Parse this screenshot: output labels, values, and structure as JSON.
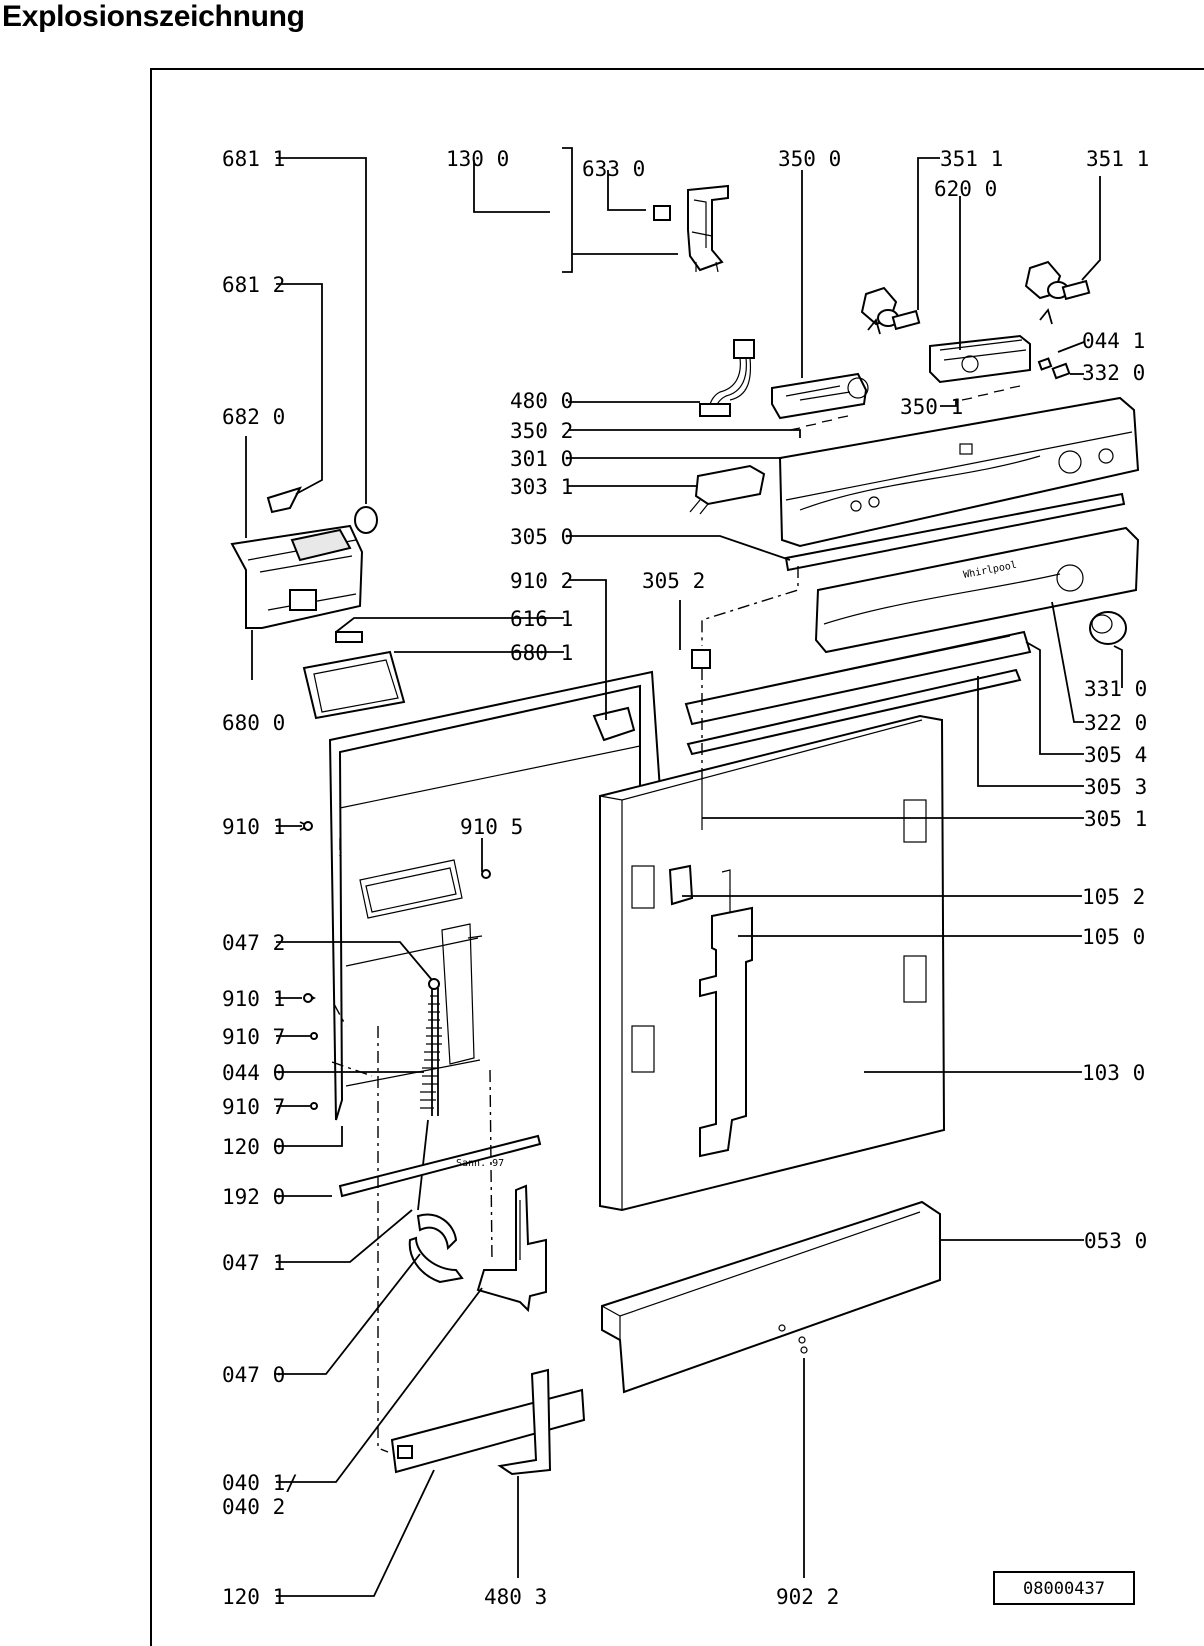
{
  "title": "Explosionszeichnung",
  "drawing_number": "08000437",
  "panel_brand_text": "Whirlpool",
  "stamp_text": "Sann. 97",
  "labels": {
    "l6811": "681 1",
    "l1300": "130 0",
    "l6330": "633 0",
    "l3500": "350 0",
    "l3511a": "351 1",
    "l6200": "620 0",
    "l3511b": "351 1",
    "l6812": "681 2",
    "l0441": "044 1",
    "l3320": "332 0",
    "l4800": "480 0",
    "l3501": "350 1",
    "l6820": "682 0",
    "l3502": "350 2",
    "l3010": "301 0",
    "l3031": "303 1",
    "l3050": "305 0",
    "l9102": "910 2",
    "l3052": "305 2",
    "l6161": "616 1",
    "l6801": "680 1",
    "l3310": "331 0",
    "l6800": "680 0",
    "l3220": "322 0",
    "l3054": "305 4",
    "l3053": "305 3",
    "l3051": "305 1",
    "l9101a": "910 1",
    "l9105": "910 5",
    "l1052": "105 2",
    "l0472": "047 2",
    "l1050": "105 0",
    "l9101b": "910 1",
    "l9107a": "910 7",
    "l0440": "044 0",
    "l1030": "103 0",
    "l9107b": "910 7",
    "l1200": "120 0",
    "l1920": "192 0",
    "l0471": "047 1",
    "l0530": "053 0",
    "l0470": "047 0",
    "l0401": "040 1/",
    "l0402": "040 2",
    "l1201": "120 1",
    "l4803": "480 3",
    "l9022": "902 2"
  }
}
